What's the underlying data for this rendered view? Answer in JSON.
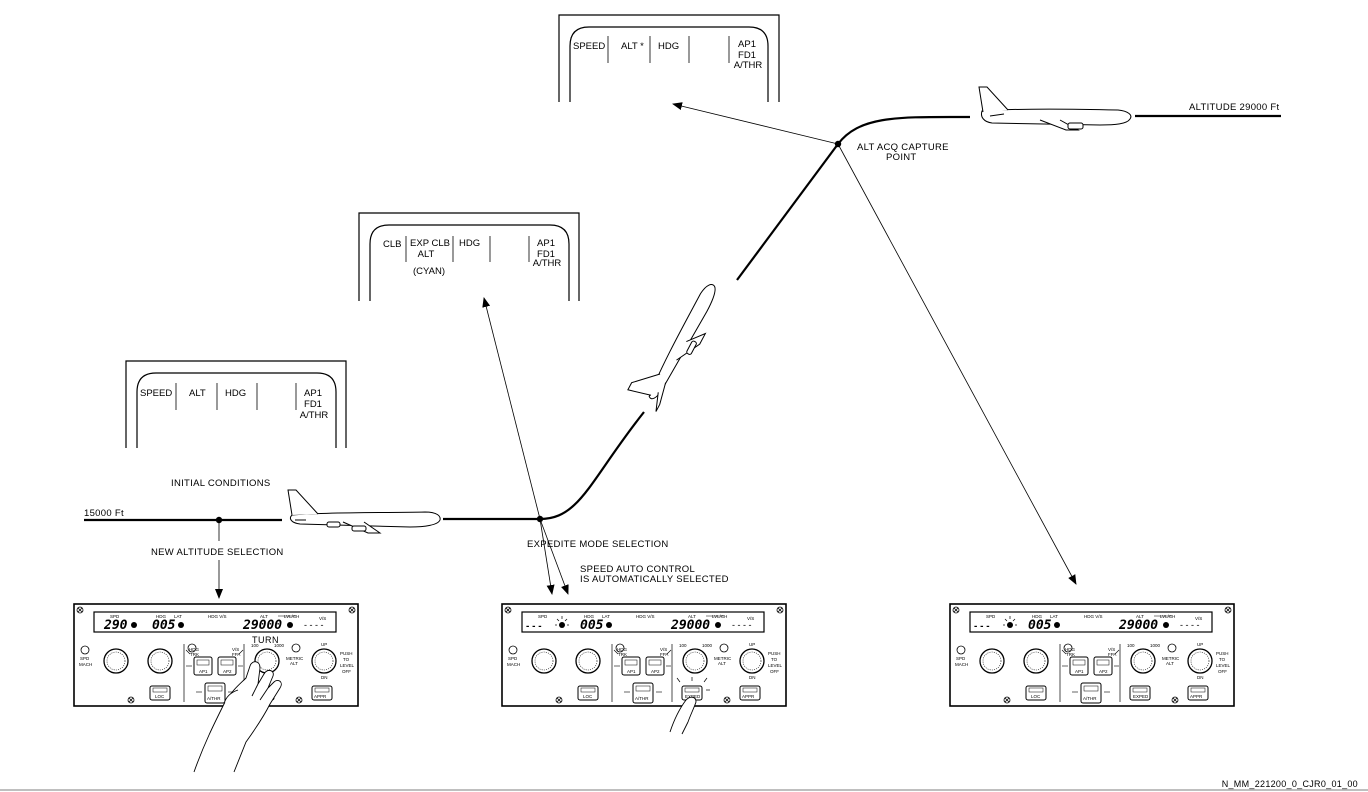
{
  "labels": {
    "initial_conditions": "INITIAL CONDITIONS",
    "altitude_15000": "15000 Ft",
    "new_altitude_selection": "NEW ALTITUDE SELECTION",
    "expedite_mode_selection": "EXPEDITE MODE SELECTION",
    "speed_auto_control_1": "SPEED AUTO CONTROL",
    "speed_auto_control_2": "IS AUTOMATICALLY SELECTED",
    "alt_acq_1": "ALT ACQ CAPTURE",
    "alt_acq_2": "POINT",
    "altitude_29000": "ALTITUDE 29000 Ft",
    "turn": "TURN",
    "figure_ref": "N_MM_221200_0_CJR0_01_00"
  },
  "fma": {
    "initial": {
      "speed": "SPEED",
      "alt": "ALT",
      "hdg": "HDG",
      "ap1": "AP1",
      "fd1": "FD1",
      "athr": "A/THR"
    },
    "expedite": {
      "clb": "CLB",
      "exp_clb": "EXP CLB",
      "alt": "ALT",
      "cyan": "(CYAN)",
      "hdg": "HDG",
      "ap1": "AP1",
      "fd1": "FD1",
      "athr": "A/THR"
    },
    "capture": {
      "speed": "SPEED",
      "alt_star": "ALT *",
      "hdg": "HDG",
      "ap1": "AP1",
      "fd1": "FD1",
      "athr": "A/THR"
    }
  },
  "fcu": {
    "panel1": {
      "spd_value": "290",
      "hdg_value": "005",
      "alt_value": "29000"
    },
    "panel2": {
      "spd_value": "- - -",
      "hdg_value": "005",
      "alt_value": "29000"
    },
    "panel3": {
      "spd_value": "- - -",
      "hdg_value": "005",
      "alt_value": "29000"
    },
    "header": {
      "spd": "SPD",
      "hdg": "HDG",
      "lat": "LAT",
      "hdgvs": "HDG V/S",
      "alt": "ALT",
      "lvlch": "LVL/CH",
      "vs": "V/S"
    },
    "knobs": {
      "spd_mach_1": "SPD",
      "spd_mach_2": "MACH",
      "hdg_trk_1": "HDG",
      "hdg_trk_2": "TRK",
      "vs_fpa_1": "V/S",
      "vs_fpa_2": "FPA",
      "metric_1": "METRIC",
      "metric_2": "ALT",
      "hundred": "100",
      "thousand": "1000",
      "up": "UP",
      "dn": "DN",
      "push_1": "PUSH",
      "push_2": "TO",
      "push_3": "LEVEL",
      "push_4": "OFF"
    },
    "buttons": {
      "ap1": "AP1",
      "ap2": "AP2",
      "athr": "A/THR",
      "loc": "LOC",
      "appr": "APPR",
      "exped": "EXPED"
    }
  }
}
